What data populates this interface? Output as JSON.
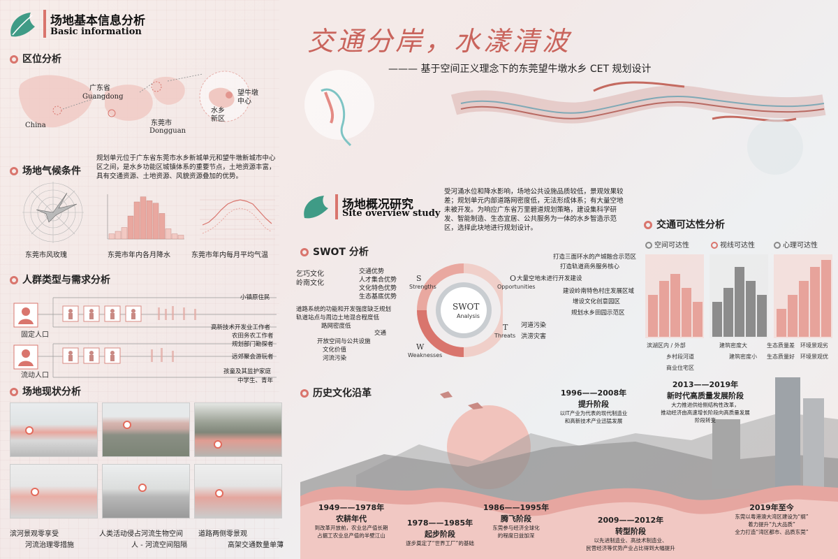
{
  "header": {
    "basic_cn": "场地基本信息分析",
    "basic_en": "Basic information",
    "main_title": "交通分岸，水漾清波",
    "subtitle": "——— 基于空间正义理念下的东莞望牛墩水乡 CET 规划设计"
  },
  "location": {
    "title": "区位分析",
    "china": "China",
    "guangdong_cn": "广东省",
    "guangdong_en": "Guangdong",
    "dongguan_cn": "东莞市",
    "dongguan_en": "Dongguan",
    "waterside": "水乡\n新区",
    "wangniudun": "望牛墩\n中心",
    "desc": "规划单元位于广东省东莞市水乡新城单元和望牛墩新城市中心区之间，是水乡功能区城镇体系的重要节点，土地资源丰富，具有交通资源、土地资源、风貌资源叠加的优势。"
  },
  "climate": {
    "title": "场地气候条件",
    "wind_caption": "东莞市风玫瑰",
    "rain_caption": "东莞市年内各月降水",
    "temp_caption": "东莞市年内每月平均气温",
    "rain_values": [
      40,
      60,
      90,
      180,
      290,
      330,
      300,
      280,
      200,
      80,
      40,
      30
    ]
  },
  "crowd": {
    "title": "人群类型与需求分析",
    "fixed": "固定人口",
    "floating": "流动人口",
    "labels_fixed": [
      "小镇原住民",
      "高新技术开发业工作者",
      "农田务农工作者",
      "规划部门勘探者"
    ],
    "labels_floating": [
      "远郊聚会游玩者",
      "孩童及其监护家庭",
      "中学生、青年"
    ]
  },
  "status": {
    "title": "场地现状分析",
    "captions": [
      "滨河景观零享受",
      "河流治理零措施",
      "人类活动侵占河流生物空间",
      "人 - 河流空间阻隔",
      "道路两侧零景观",
      "高架交通数量单薄"
    ]
  },
  "overview": {
    "cn": "场地概况研究",
    "en": "Site overview study",
    "desc": "受河涌水位和降水影响，场地公共设施品质较低，景观效果较差；规划单元内部道路网密度低，无法形成体系；有大量空地未被开发。为响应广东省万里碧道规划策略，建设集科学研发、智能制造、生态宜居、公共服务为一体的水乡智造示范区，选择此块地进行规划设计。"
  },
  "swot": {
    "title": "SWOT 分析",
    "center": "SWOT",
    "center_sub": "Analysis",
    "s_letter": "S",
    "s_word": "Strengths",
    "w_letter": "W",
    "w_word": "Weaknesses",
    "o_letter": "O",
    "o_word": "Opportunities",
    "t_letter": "T",
    "t_word": "Threats",
    "s_left": "乞巧文化\n岭南文化",
    "s_items": [
      "交通优势",
      "人才集合优势",
      "文化特色优势",
      "生态基底优势"
    ],
    "w_items": [
      "道路系统的功能和开发强度缺乏规划",
      "轨道站点与周边土地混合程度低",
      "路网密度低",
      "开放空间与公共设施",
      "文化价值",
      "河流污染"
    ],
    "w_traffic": "交通",
    "o_items": [
      "打造三面环水的产城融合示范区",
      "打造轨道商务服务核心",
      "大量空地未进行开发建设",
      "建设岭南特色村庄发展区域",
      "增设文化创意园区",
      "规划水乡田园示范区"
    ],
    "t_items": [
      "河道污染",
      "洪涝灾害"
    ]
  },
  "traffic": {
    "title": "交通可达性分析",
    "legend": [
      "空间可达性",
      "视线可达性",
      "心理可达性"
    ],
    "labels": [
      "滨湖区内 / 外部",
      "乡村段河道",
      "商业住宅区",
      "建筑密度大",
      "建筑密度小",
      "生态质量差",
      "环境景观劣",
      "生态质量好",
      "环境景观优"
    ]
  },
  "history": {
    "title": "历史文化沿革",
    "periods": [
      {
        "years": "1949——1978年",
        "name": "农耕年代",
        "desc": "到改革开放前，农业总产值长期\n占据工农业总产值的半壁江山"
      },
      {
        "years": "1978——1985年",
        "name": "起步阶段",
        "desc": "逐步奠定了“世界工厂”的基础"
      },
      {
        "years": "1986——1995年",
        "name": "腾飞阶段",
        "desc": "东莞参与经济全球化\n的程度日益加深"
      },
      {
        "years": "1996——2008年",
        "name": "提升阶段",
        "desc": "以IT产业为代表的现代制造业\n和高新技术产业迅猛发展"
      },
      {
        "years": "2009——2012年",
        "name": "转型阶段",
        "desc": "以先进制造业、高技术制造业、\n民营经济等优势产业占比得到大幅提升"
      },
      {
        "years": "2013——2019年",
        "name": "新时代高质量发展阶段",
        "desc": "大力推进供给侧结构性改革，\n推动经济由高速增长阶段向高质量发展\n阶段转变"
      },
      {
        "years": "2019年至今",
        "name": "",
        "desc": "东莞以粤港澳大湾区建设为“纲”\n着力提升“九大品质”\n全力打造“湾区都市、品质东莞”"
      }
    ]
  },
  "colors": {
    "accent": "#d9756d",
    "pink": "#e9a8a0",
    "title_red": "#c9645c"
  }
}
